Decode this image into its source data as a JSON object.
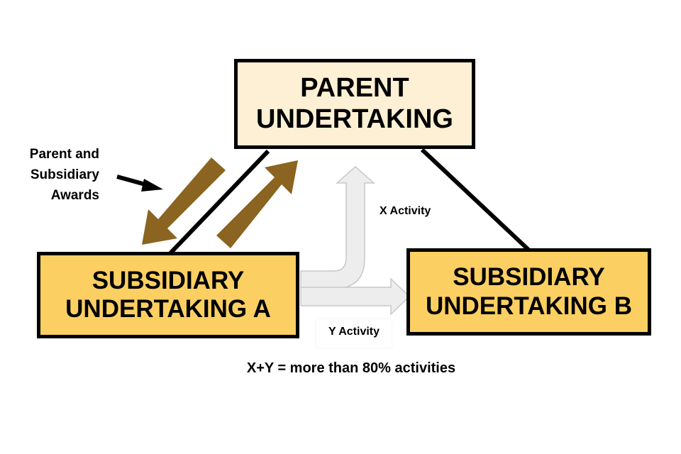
{
  "nodes": {
    "parent": {
      "line1": "PARENT",
      "line2": "UNDERTAKING"
    },
    "subsidiary_a": {
      "line1": "SUBSIDIARY",
      "line2": "UNDERTAKING A"
    },
    "subsidiary_b": {
      "line1": "SUBSIDIARY",
      "line2": "UNDERTAKING B"
    }
  },
  "annotations": {
    "awards": [
      "Parent and",
      "Subsidiary",
      "Awards"
    ],
    "x_activity": "X Activity",
    "y_activity": "Y Activity",
    "formula": "X+Y = more than 80% activities"
  },
  "colors": {
    "parent_fill": "#fdf0d4",
    "subsidiary_fill": "#fbcf62",
    "award_arrow": "#8a6420",
    "activity_arrow_fill": "#ededed",
    "activity_arrow_stroke": "#c8c8c8",
    "line": "#000000"
  }
}
